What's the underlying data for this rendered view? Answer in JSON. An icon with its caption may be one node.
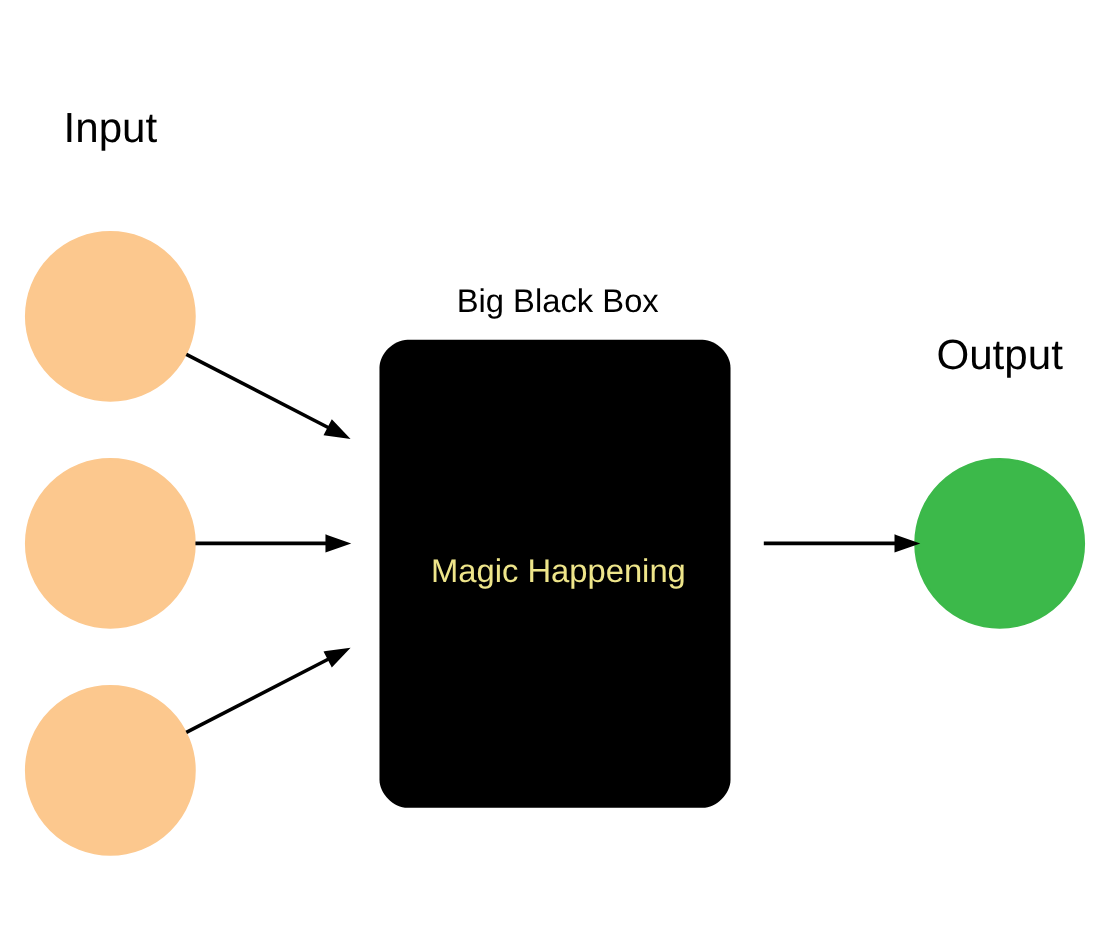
{
  "diagram": {
    "nodes": [
      {
        "text": [],
        "shape": "circle"
      },
      {
        "text": [],
        "shape": "circle"
      },
      {
        "text": [],
        "shape": "circle"
      },
      {
        "text": [
          "Big Black Box",
          "Magic Happening"
        ]
      },
      {
        "text": [],
        "shape": "circle"
      }
    ],
    "edges": [
      {
        "from": 0,
        "to": 3,
        "arrow": "to"
      },
      {
        "from": 1,
        "to": 3,
        "arrow": "to"
      },
      {
        "from": 2,
        "to": 3,
        "arrow": "to"
      },
      {
        "from": 3,
        "to": 4,
        "arrow": "to"
      }
    ],
    "labels": [
      "Input",
      "Output"
    ]
  }
}
